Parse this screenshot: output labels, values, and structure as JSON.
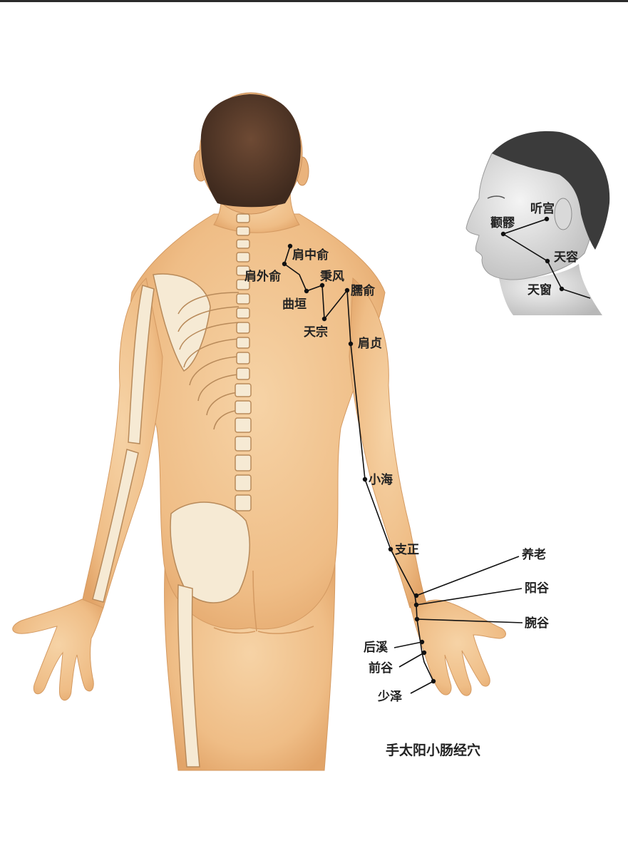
{
  "title": "手太阳小肠经穴",
  "acupoints": {
    "jianzhongshu": "肩中俞",
    "jianwaishu": "肩外俞",
    "bingfeng": "秉风",
    "naoshu": "臑俞",
    "quyuan": "曲垣",
    "tianzong": "天宗",
    "jianzhen": "肩贞",
    "xiaohai": "小海",
    "zhizheng": "支正",
    "yanglao": "养老",
    "yanggu": "阳谷",
    "wangu": "腕谷",
    "houxi": "后溪",
    "qiangu": "前谷",
    "shaoze": "少泽",
    "tinggong": "听宫",
    "quanliao": "颧髎",
    "tianrong": "天容",
    "tianchuang": "天窗"
  },
  "colors": {
    "skin": "#f2c48e",
    "skin_light": "#f7d8ad",
    "skin_shadow": "#e3a56c",
    "hair": "#5a3b2a",
    "bone": "#f6ead4",
    "bone_outline": "#b88a5a",
    "meridian": "#111111",
    "head_gray": "#c9c9c9"
  }
}
